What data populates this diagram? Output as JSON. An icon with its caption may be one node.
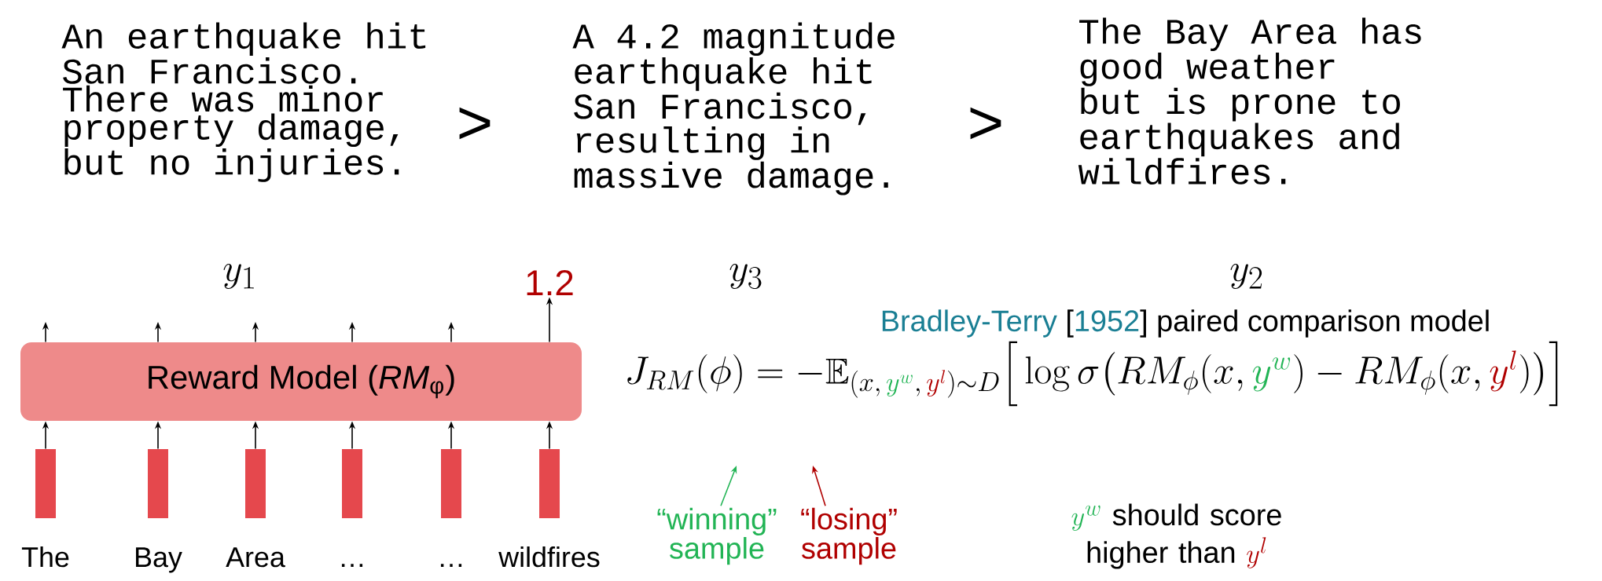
{
  "diagram": {
    "nodes": [
      {
        "text": [
          "An earthquake hit San Francisco. There was minor property damage, but no injuries."
        ]
      },
      {
        "text": [
          "A 4.2 magnitude earthquake hit San Francisco, resulting in massive damage."
        ]
      },
      {
        "text": [
          "The Bay Area has good weather but is prone to earthquakes and wildfires."
        ]
      },
      {
        "text": [
          "Reward Model (*RM*$_{φ}$)"
        ]
      },
      {
        "text": [],
        "shape": "bar",
        "beside": [
          "The"
        ]
      },
      {
        "text": [],
        "shape": "bar",
        "beside": [
          "Bay"
        ]
      },
      {
        "text": [],
        "shape": "bar",
        "beside": [
          "Area"
        ]
      },
      {
        "text": [],
        "shape": "bar",
        "beside": [
          "…"
        ]
      },
      {
        "text": [],
        "shape": "bar",
        "beside": [
          "…"
        ]
      },
      {
        "text": [],
        "shape": "bar",
        "beside": [
          "wildfires"
        ]
      },
      {
        "text": [
          "“winning” sample"
        ]
      },
      {
        "text": [
          "“losing” sample"
        ]
      },
      {
        "text": [
          "1.2"
        ]
      }
    ],
    "edges": [
      {
        "from": 4,
        "to": 3,
        "arrow": "to"
      },
      {
        "from": 5,
        "to": 3,
        "arrow": "to"
      },
      {
        "from": 6,
        "to": 3,
        "arrow": "to"
      },
      {
        "from": 7,
        "to": 3,
        "arrow": "to"
      },
      {
        "from": 8,
        "to": 3,
        "arrow": "to"
      },
      {
        "from": 9,
        "to": 3,
        "arrow": "to"
      },
      {
        "from": 3,
        "to": null,
        "arrow": "to"
      },
      {
        "from": 3,
        "to": null,
        "arrow": "to"
      },
      {
        "from": 3,
        "to": null,
        "arrow": "to"
      },
      {
        "from": 3,
        "to": null,
        "arrow": "to"
      },
      {
        "from": 3,
        "to": null,
        "arrow": "to"
      },
      {
        "from": 3,
        "to": 12,
        "arrow": "to"
      },
      {
        "from": 10,
        "to": null,
        "arrow": "to",
        "color": "#22b455"
      },
      {
        "from": 11,
        "to": null,
        "arrow": "to",
        "color": "#b00000"
      }
    ],
    "labels": [
      ">",
      ">",
      "y_{1}",
      "y_{3}",
      "y_{2}",
      "Bradley-Terry",
      "[",
      "1952",
      "] paired comparison model",
      "J_{RM}(\\phi) = -\\mathbb{E}_{(x,\\,\\textcolor[HTML]{22B455}{y^{w}},\\,\\textcolor[HTML]{B00000}{y^{l}})\\sim D}\\Big[\\log\\sigma\\big(RM_{\\phi}(x,\\textcolor[HTML]{22B455}{y^{w}}) - RM_{\\phi}(x,\\textcolor[HTML]{B00000}{y^{l}})\\big)\\Big]",
      "y^{w}",
      "should score higher than",
      "y^{l}"
    ]
  }
}
